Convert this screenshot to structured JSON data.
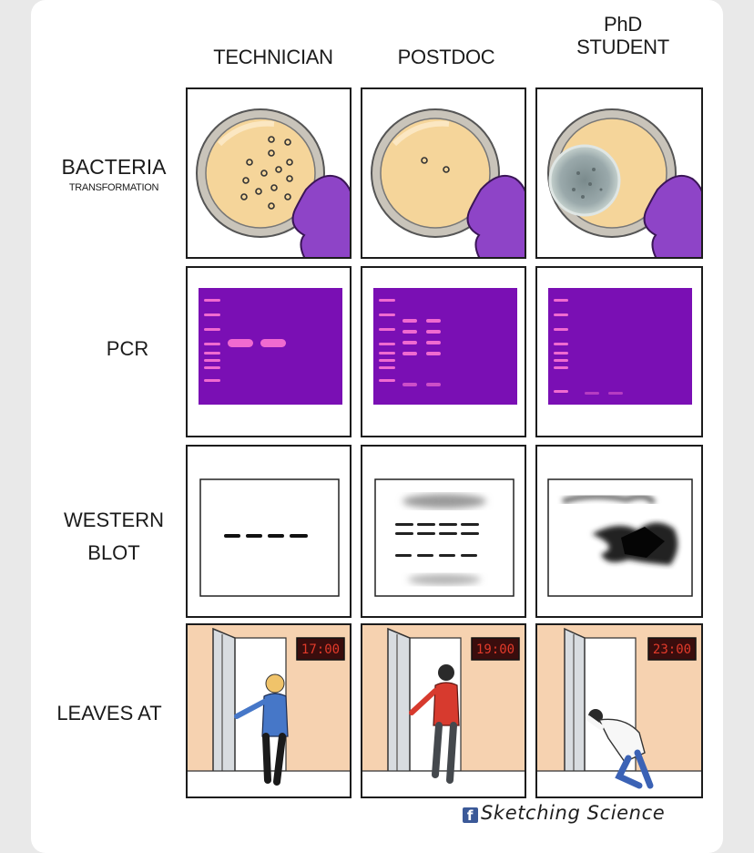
{
  "columns": [
    "TECHNICIAN",
    "POSTDOC",
    "PhD STUDENT"
  ],
  "columns_split": {
    "phd_line1": "PhD",
    "phd_line2": "STUDENT"
  },
  "rows": {
    "bacteria": {
      "title": "BACTERIA",
      "subtitle": "TRANSFORMATION"
    },
    "pcr": {
      "title": "PCR"
    },
    "western": {
      "line1": "WESTERN",
      "line2": "BLOT"
    },
    "leaves": {
      "title": "LEAVES AT"
    }
  },
  "clocks": [
    "17:00",
    "19:00",
    "23:00"
  ],
  "credit": {
    "icon": "facebook-icon",
    "text": "Sketching  Science"
  },
  "colors": {
    "agar": "#f5d59a",
    "dish_rim": "#c9c4ba",
    "glove": "#8e44c7",
    "gel": "#7a0fb4",
    "gel_band": "#f06ad0",
    "wall": "#f6d2b0",
    "clock_text": "#e23a2a"
  }
}
